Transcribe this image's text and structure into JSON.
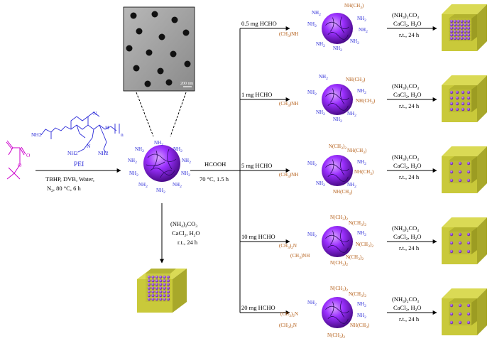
{
  "monomer": {
    "color": "#cc00cc"
  },
  "pei": {
    "label": "PEI",
    "label_color": "#2a2ad8",
    "amine": "NH2",
    "imine": "N",
    "sec_amine_h": "H",
    "repeat_n": "n"
  },
  "step1": {
    "line1": "TBHP, DVB, Water,",
    "line2": "N",
    "line2_sub": "2",
    "line2_rest": ", 80 °C, 6 h"
  },
  "tem": {
    "scalebar": "200 nm"
  },
  "central_particle": {
    "amine_label": "NH",
    "amine_sub": "2"
  },
  "step2": {
    "line1": "HCOOH",
    "line2": "70 °C, 1.5 h"
  },
  "mineralization": {
    "line1_a": "(NH",
    "line1_s1": "4",
    "line1_b": ")",
    "line1_s2": "2",
    "line1_c": "CO",
    "line1_s3": "3",
    "line2_a": "CaCl",
    "line2_s": "2",
    "line2_b": ", H",
    "line2_s2": "2",
    "line2_c": "O",
    "line3": "r.t., 24 h"
  },
  "branches": [
    {
      "label": "0.5 mg HCHO"
    },
    {
      "label": "1 mg HCHO"
    },
    {
      "label": "5 mg HCHO"
    },
    {
      "label": "10 mg HCHO"
    },
    {
      "label": "20 mg HCHO"
    }
  ],
  "amine_texts": {
    "nh2": "NH",
    "nh2_sub": "2",
    "nhme": "NH(CH",
    "nhme_sub": "3",
    "nhme_end": ")",
    "menh": "(CH",
    "menh_sub": "3",
    "menh_end": ")NH",
    "nme2": "N(CH",
    "nme2_sub": "3",
    "nme2_end": ")",
    "nme2_sub2": "2",
    "me2n": "(CH",
    "me2n_sub": "3",
    "me2n_end": ")",
    "me2n_sub2": "2",
    "me2n_n": "N"
  },
  "colors": {
    "sphere": "#8a2be2",
    "sphere_dark": "#4b0b8a",
    "cube": "#c9c93a",
    "cube_dark": "#8f8f1a",
    "cube_inner": "#a8a82a",
    "blue": "#2a2ad8",
    "brown": "#b25a12"
  }
}
